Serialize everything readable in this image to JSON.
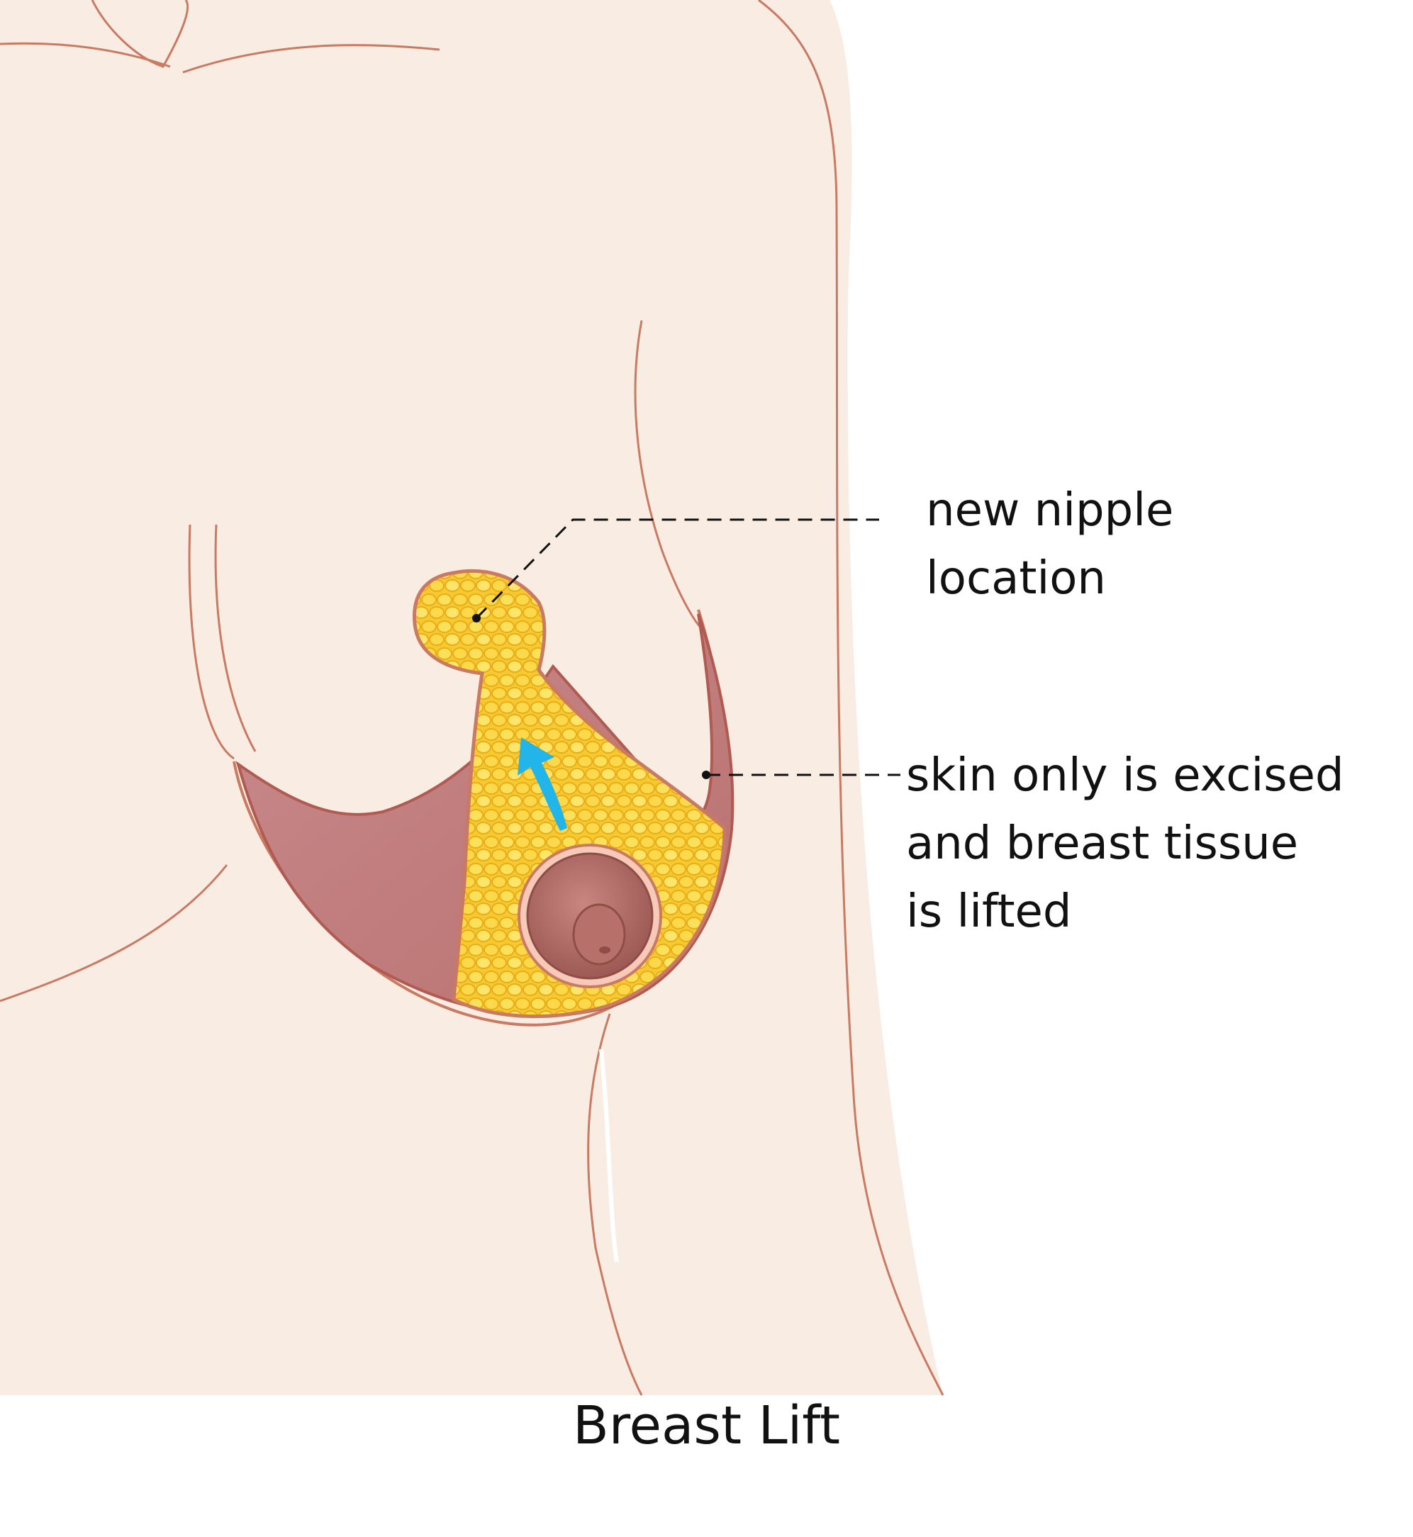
{
  "title": "Breast Lift",
  "labels": {
    "new_nipple": [
      "new nipple",
      "location"
    ],
    "skin_excised": [
      "skin only is excised",
      "and breast tissue",
      "is lifted"
    ]
  },
  "colors": {
    "skin": "#f9ece3",
    "outline": "#c97a63",
    "fat": "#f6c92f",
    "dermis": "#c27d7e",
    "areola": "#b06a64",
    "arrow": "#22b5ea",
    "leader": "#111111"
  }
}
